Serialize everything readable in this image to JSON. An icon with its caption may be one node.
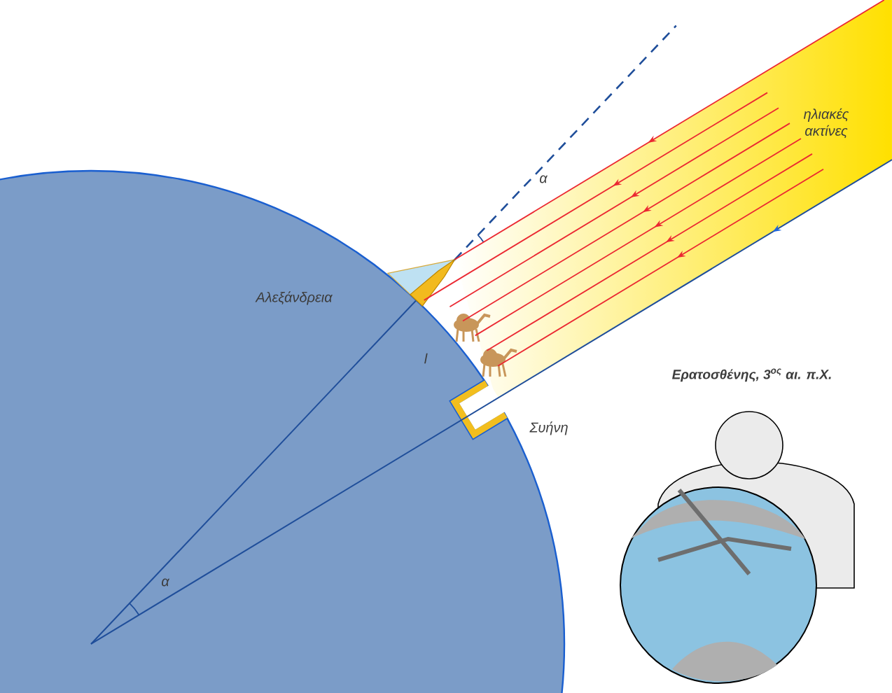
{
  "diagram": {
    "labels": [
      "ηλιακές ακτίνες",
      "α",
      "Αλεξάνδρεια",
      "l",
      "Ερατοσθένης, 3$^{ος}$ αι. π.Χ.",
      "Συήνη",
      "α"
    ]
  }
}
